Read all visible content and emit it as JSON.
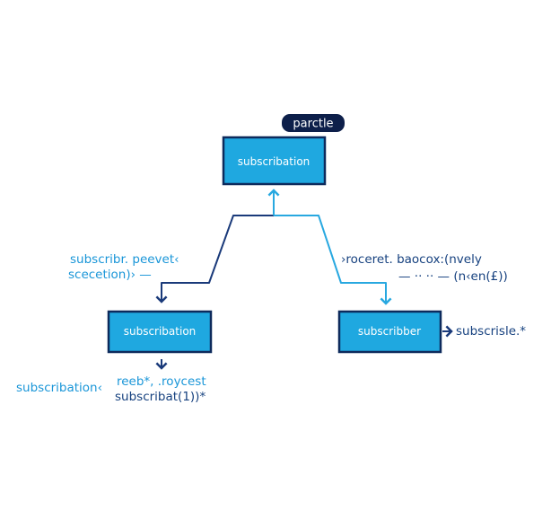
{
  "tag": {
    "label": "parctle"
  },
  "nodes": {
    "top": {
      "label": "subscribation"
    },
    "left": {
      "label": "subscribation"
    },
    "right": {
      "label": "subscribber"
    }
  },
  "annotations": {
    "left_line1": "subscribr. peevet‹",
    "left_line2": "scecetion)›  —",
    "right_line1": "›roceret.  baocox:(nvely",
    "right_line2": "— ··  ·· — (n‹en(£))",
    "right_node_side": "subscrisle.*",
    "bottom_left": "subscribation‹",
    "bottom_line1": "reeb*, .roycest",
    "bottom_line2": "subscribat(1))*"
  },
  "colors": {
    "node_fill": "#1fa8e0",
    "node_border": "#0d2a5c",
    "tag_fill": "#0d1f4a",
    "edge_dark": "#1a3a7a",
    "edge_light": "#28a8e0",
    "text_blue": "#1a96d8",
    "text_dark": "#16417f"
  }
}
